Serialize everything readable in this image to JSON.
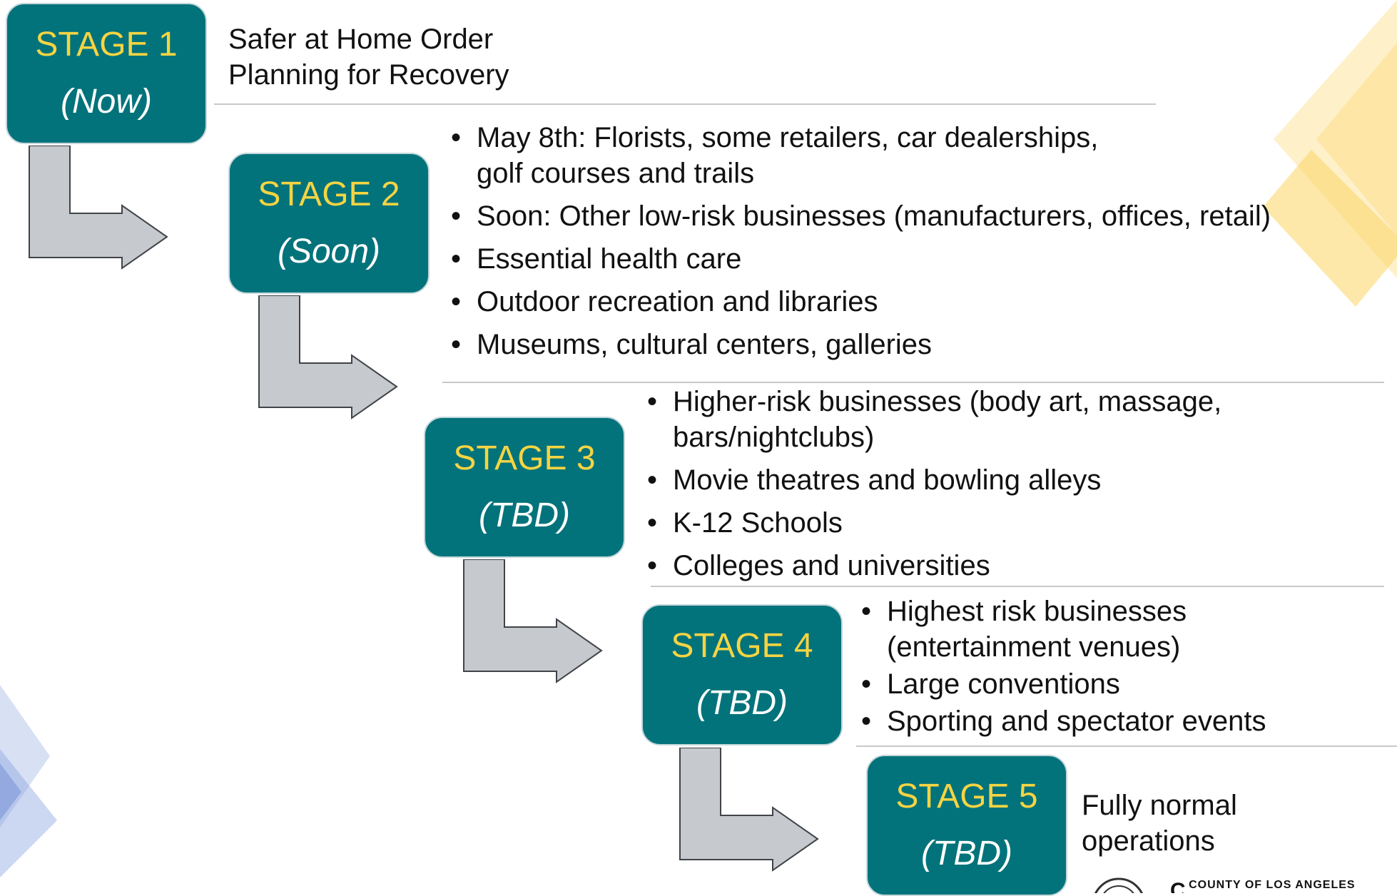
{
  "stages": [
    {
      "title": "STAGE 1",
      "status": "(Now)"
    },
    {
      "title": "STAGE 2",
      "status": "(Soon)"
    },
    {
      "title": "STAGE 3",
      "status": "(TBD)"
    },
    {
      "title": "STAGE 4",
      "status": "(TBD)"
    },
    {
      "title": "STAGE 5",
      "status": "(TBD)"
    }
  ],
  "stage1_lines": [
    "Safer at Home Order",
    "Planning for Recovery"
  ],
  "stage2_items": [
    {
      "line1": "May 8th: Florists, some retailers, car dealerships,",
      "line2": "golf courses and trails"
    },
    {
      "line1": "Soon: Other low-risk businesses (manufacturers, offices, retail)"
    },
    {
      "line1": "Essential health care"
    },
    {
      "line1": "Outdoor recreation and libraries"
    },
    {
      "line1": "Museums, cultural centers, galleries"
    }
  ],
  "stage3_items": [
    {
      "line1": "Higher-risk businesses (body art, massage,",
      "line2": "bars/nightclubs)"
    },
    {
      "line1": "Movie theatres and bowling alleys"
    },
    {
      "line1": "K-12 Schools"
    },
    {
      "line1": "Colleges and universities"
    }
  ],
  "stage4_items": [
    {
      "line1": "Highest risk businesses",
      "line2": "(entertainment venues)"
    },
    {
      "line1": "Large conventions"
    },
    {
      "line1": "Sporting and spectator events"
    }
  ],
  "stage5_lines": [
    "Fully normal",
    "operations"
  ],
  "footer_logo_text": "COUNTY OF LOS ANGELES",
  "colors": {
    "stage_fill": "#03737b",
    "stage_title": "#f5d442",
    "arrow_fill": "#c6c9cd",
    "arrow_stroke": "#404448",
    "deco_yellow": "#fbd565",
    "deco_blue": "#8ea6e0"
  }
}
